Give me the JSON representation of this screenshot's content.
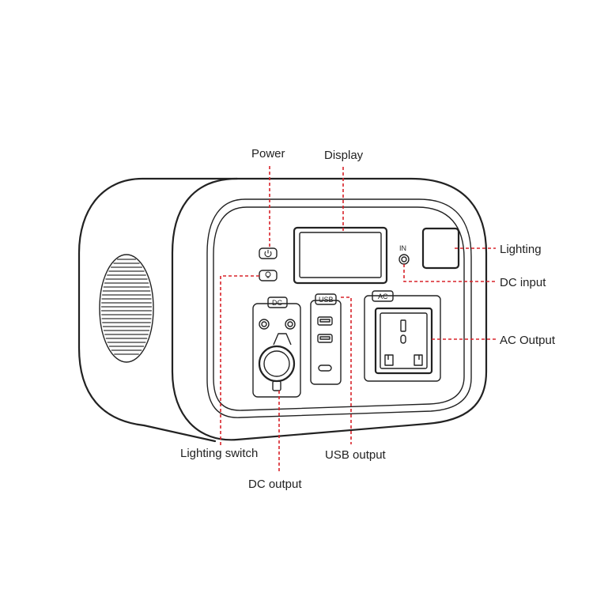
{
  "colors": {
    "outline": "#222222",
    "callout": "#d8232a",
    "background": "#ffffff"
  },
  "device": {
    "port_tags": {
      "dc": "DC",
      "usb": "USB",
      "ac": "AC",
      "dc_input": "IN"
    },
    "icons": [
      "power-icon",
      "bulb-icon"
    ]
  },
  "labels": {
    "power": "Power",
    "display": "Display",
    "lighting": "Lighting",
    "dc_input": "DC input",
    "ac_output": "AC Output",
    "lighting_switch": "Lighting switch",
    "usb_output": "USB output",
    "dc_output": "DC output"
  }
}
